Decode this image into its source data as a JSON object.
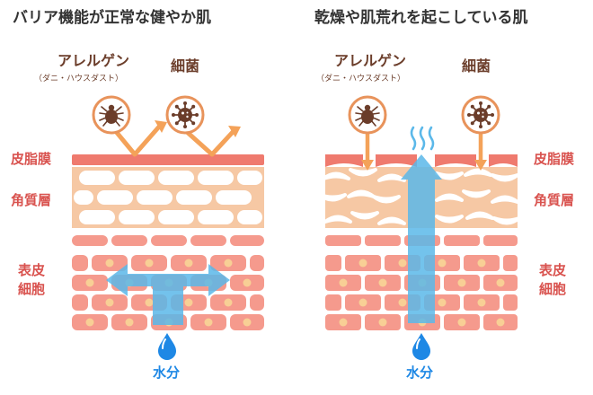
{
  "left_panel": {
    "title": "バリア機能が正常な健やか肌",
    "allergen_label": "アレルゲン",
    "allergen_sub": "（ダニ・ハウスダスト）",
    "bacteria_label": "細菌",
    "layer_sebum": "皮脂膜",
    "layer_stratum": "角質層",
    "layer_epidermis_line1": "表皮",
    "layer_epidermis_line2": "細胞",
    "water_label": "水分"
  },
  "right_panel": {
    "title": "乾燥や肌荒れを起こしている肌",
    "allergen_label": "アレルゲン",
    "allergen_sub": "（ダニ・ハウスダスト）",
    "bacteria_label": "細菌",
    "layer_sebum": "皮脂膜",
    "layer_stratum": "角質層",
    "layer_epidermis_line1": "表皮",
    "layer_epidermis_line2": "細胞",
    "water_label": "水分"
  },
  "colors": {
    "sebum": "#ef7a6e",
    "stratum_bg": "#f6c8a4",
    "stratum_cell": "#ffffff",
    "epidermis_cell": "#f59a8d",
    "nucleus": "#f8cf95",
    "arrow_orange": "#f4a259",
    "water_blue": "#5bb8e9",
    "water_dark": "#1e88e5",
    "icon_ring": "#e8935b",
    "allergen_icon": "#6b3d2a",
    "label_red": "#d9534f"
  }
}
